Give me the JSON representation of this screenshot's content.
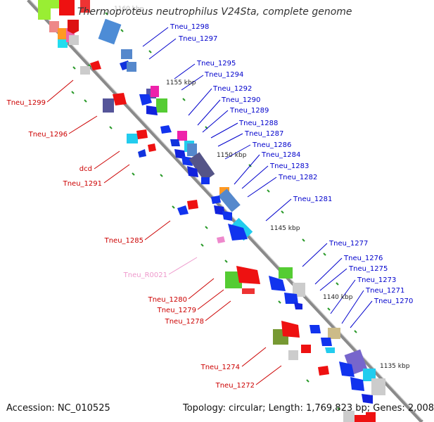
{
  "title": "Thermoproteus neutrophilus V24Sta, complete genome",
  "accession": "Accession: NC_010525",
  "topology": "Topology: circular; Length: 1,769,823 bp; Genes: 2,008",
  "colors": {
    "backbone": "#8a8a8a",
    "forward_label": "#0000cc",
    "reverse_label": "#cc0000",
    "rna_label": "#ee99cc",
    "tick": "#2a9a2a"
  },
  "scale_labels": [
    "1160 kbp",
    "1155 kbp",
    "1150 kbp",
    "1145 kbp",
    "1140 kbp",
    "1135 kbp"
  ],
  "forward_genes": [
    "Tneu_1298",
    "Tneu_1297",
    "Tneu_1295",
    "Tneu_1294",
    "Tneu_1292",
    "Tneu_1290",
    "Tneu_1289",
    "Tneu_1288",
    "Tneu_1287",
    "Tneu_1286",
    "Tneu_1284",
    "Tneu_1283",
    "Tneu_1282",
    "Tneu_1281",
    "Tneu_1277",
    "Tneu_1276",
    "Tneu_1275",
    "Tneu_1273",
    "Tneu_1271",
    "Tneu_1270"
  ],
  "reverse_genes": [
    "Tneu_1299",
    "Tneu_1296",
    "dcd",
    "Tneu_1291",
    "Tneu_1285",
    "Tneu_R0021",
    "Tneu_1280",
    "Tneu_1279",
    "Tneu_1278",
    "Tneu_1274",
    "Tneu_1272"
  ]
}
